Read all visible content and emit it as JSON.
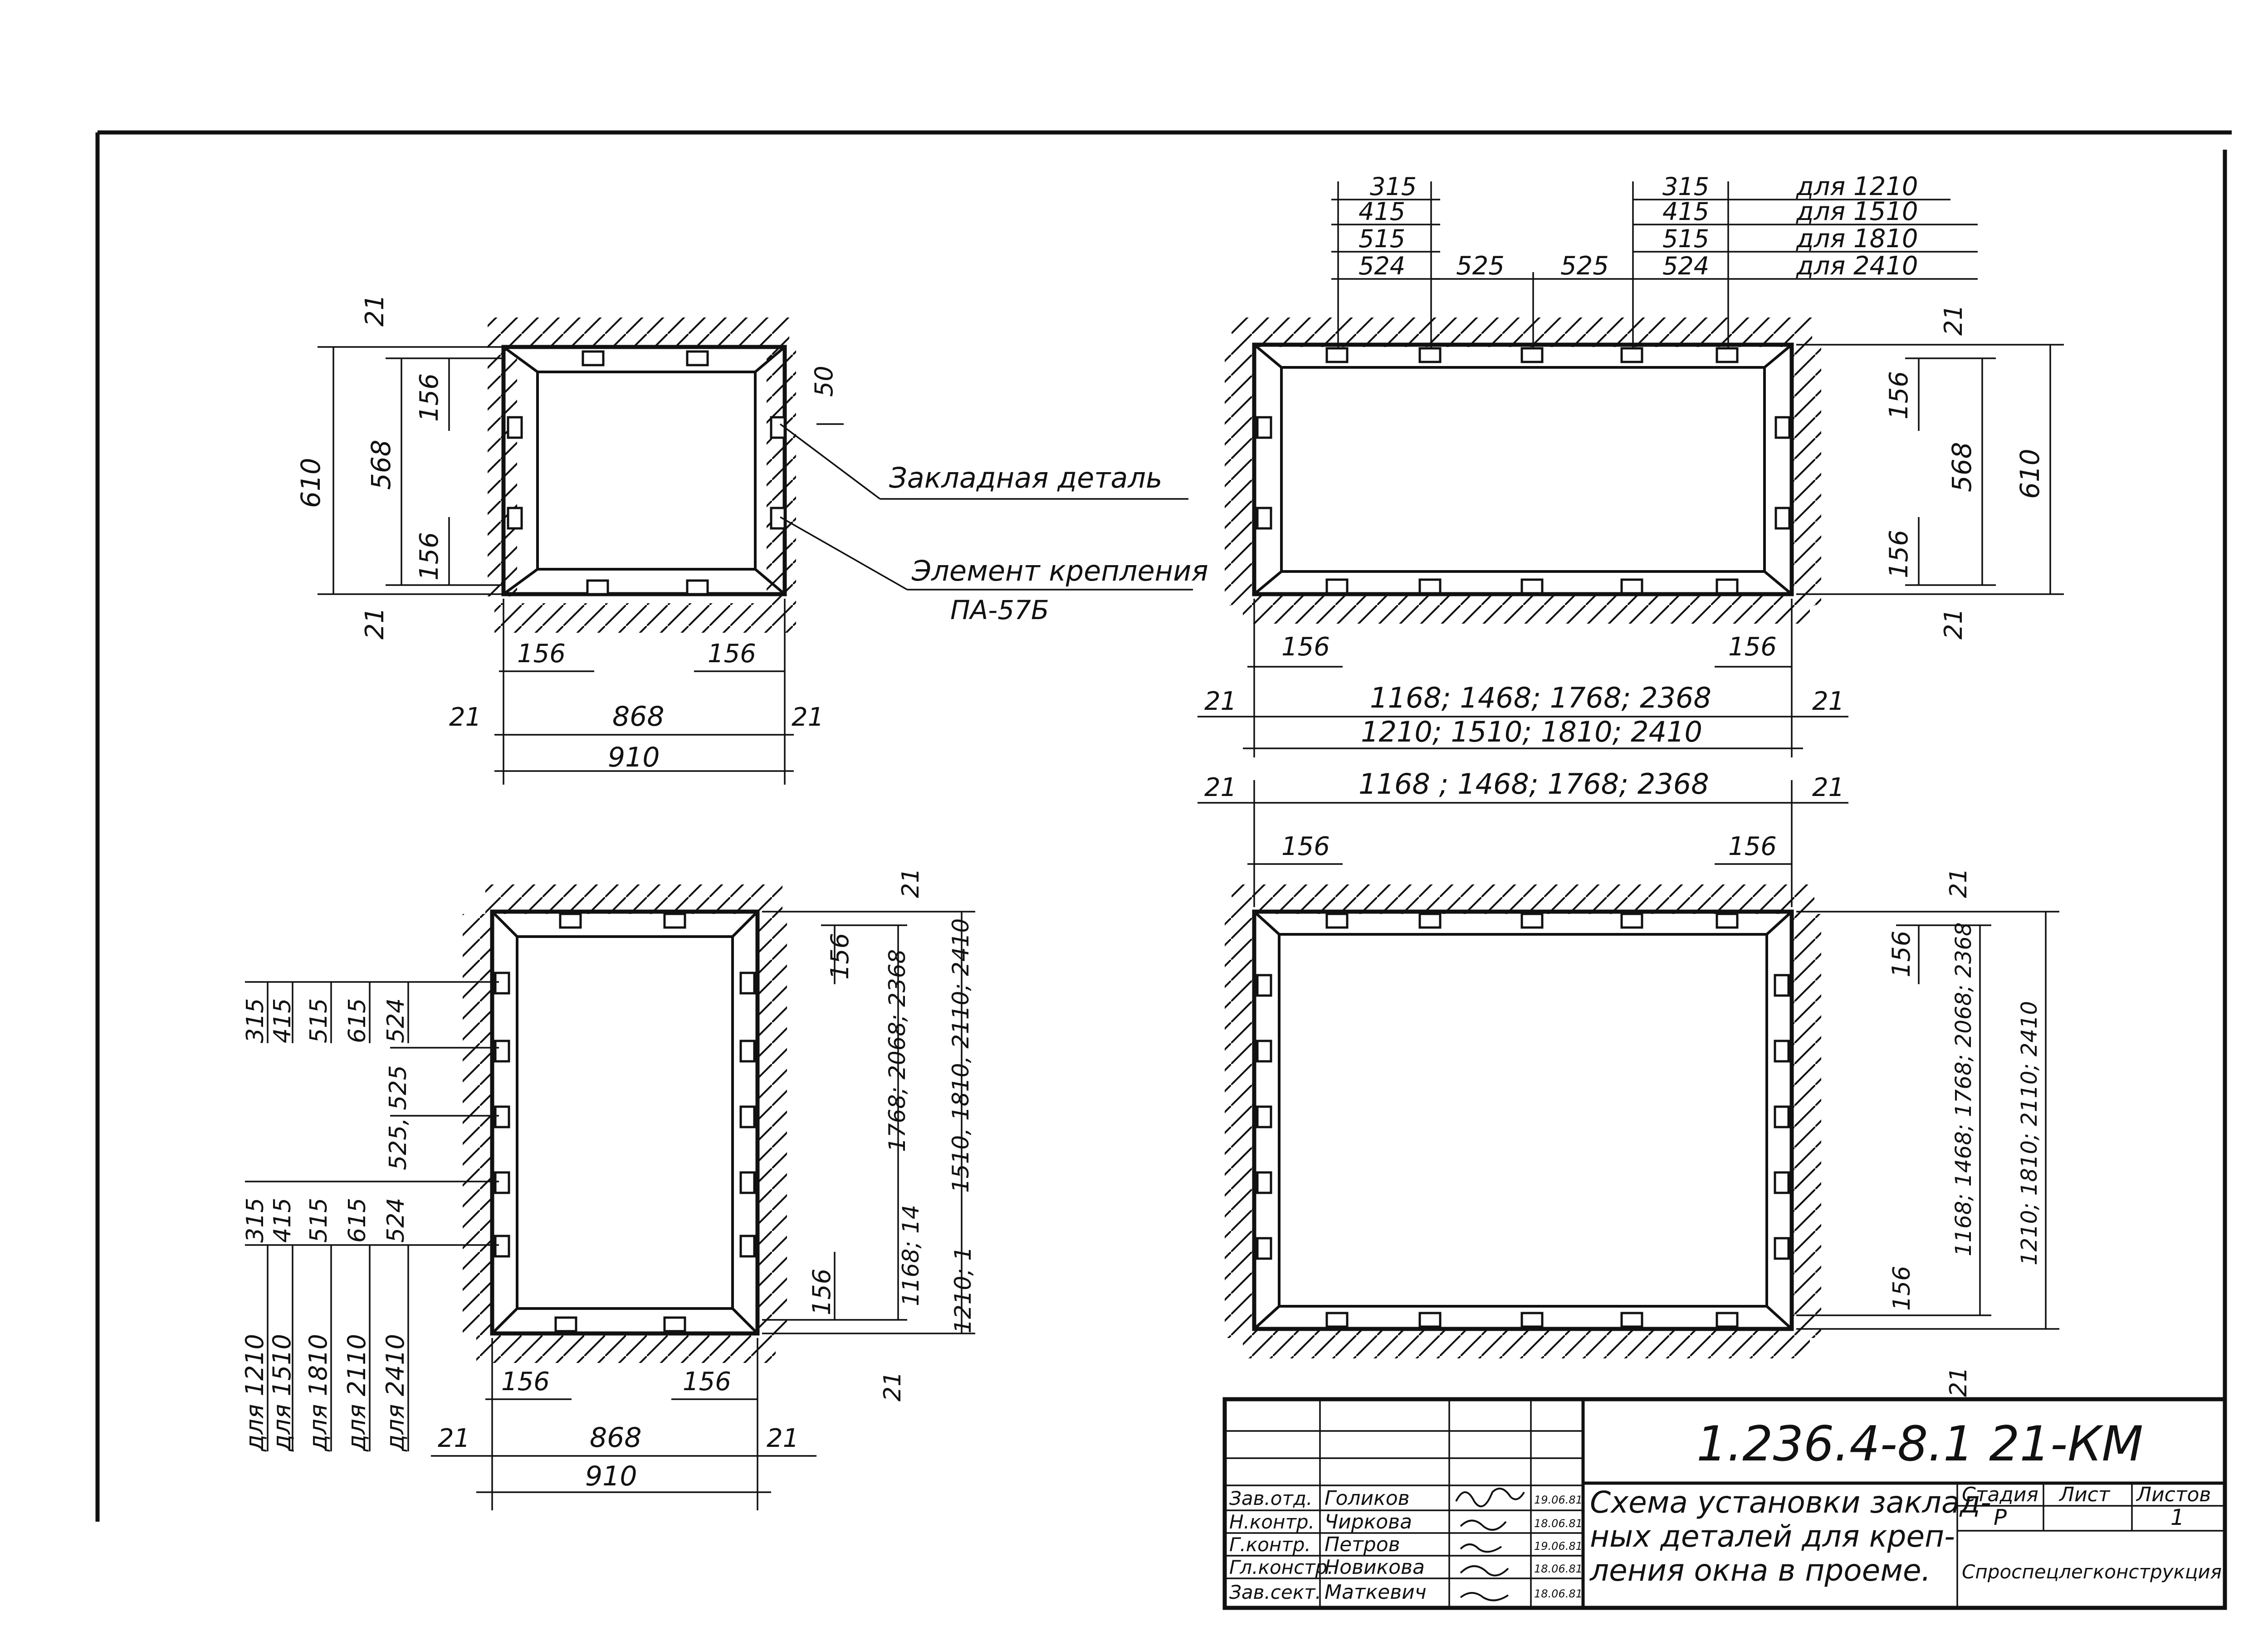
{
  "drawing": {
    "d1": {
      "dims": [
        "21",
        "610",
        "568",
        "156",
        "156",
        "21",
        "50",
        "156",
        "156",
        "21",
        "868",
        "21",
        "910"
      ],
      "callout_1": "Закладная деталь",
      "callout_2": "Элемент крепления",
      "callout_2b": "ПА-57Б"
    },
    "d2": {
      "top_rows": [
        {
          "left": "315",
          "right": "315",
          "label": "для 1210"
        },
        {
          "left": "415",
          "right": "415",
          "label": "для 1510"
        },
        {
          "left": "515",
          "right": "515",
          "label": "для 1810"
        },
        {
          "left": "524",
          "right": "524",
          "label": "для 2410"
        }
      ],
      "mid_a": "525",
      "mid_b": "525",
      "right_dims": [
        "21",
        "156",
        "568",
        "610",
        "156",
        "21"
      ],
      "bottom_156_left": "156",
      "bottom_156_right": "156",
      "bottom_21_left": "21",
      "bottom_21_right": "21",
      "bottom_inner": "1168; 1468; 1768; 2368",
      "bottom_outer": "1210; 1510; 1810; 2410"
    },
    "d3": {
      "left_rows_top": [
        "315",
        "415",
        "515",
        "615",
        "524"
      ],
      "left_mid": "525, 525",
      "left_rows_bot": [
        "315",
        "415",
        "515",
        "615",
        "524"
      ],
      "left_labels": [
        "для 1210",
        "для 1510",
        "для 1810",
        "для 2110",
        "для 2410"
      ],
      "right_dims": [
        "21",
        "156",
        "1768; 2068; 2368",
        "1510, 1810, 2110; 2410",
        "156",
        "1168; 14",
        "1210; 1",
        "21"
      ],
      "bottom_156_left": "156",
      "bottom_156_right": "156",
      "bottom_21_left": "21",
      "bottom_21_right": "21",
      "bottom_inner": "868",
      "bottom_outer": "910"
    },
    "d4": {
      "top_21_left": "21",
      "top_21_right": "21",
      "top_inner": "1168 ; 1468; 1768; 2368",
      "top_156_left": "156",
      "top_156_right": "156",
      "right_dims": [
        "21",
        "156",
        "1168; 1468; 1768; 2068; 2368",
        "1210; 1810; 2110; 2410",
        "156",
        "21"
      ]
    }
  },
  "title_block": {
    "code": "1.236.4-8.1   21-КМ",
    "title_lines": [
      "Схема установки заклад-",
      "ных деталей для креп-",
      "ления окна в проеме."
    ],
    "stage_header": "Стадия",
    "sheet_header": "Лист",
    "sheets_header": "Листов",
    "stage_value": "Р",
    "sheet_value": "1",
    "sheets_value": "",
    "organization": "Спроспецлегконструкция",
    "people": [
      {
        "role": "Зав.отд.",
        "name": "Голиков",
        "date": "19.06.81"
      },
      {
        "role": "Н.контр.",
        "name": "Чиркова",
        "date": "18.06.81"
      },
      {
        "role": "Г.контр.",
        "name": "Петров",
        "date": "19.06.81"
      },
      {
        "role": "Гл.констр.",
        "name": "Новикова",
        "date": "18.06.81"
      },
      {
        "role": "Зав.сект.",
        "name": "Маткевич",
        "date": "18.06.81"
      }
    ]
  }
}
